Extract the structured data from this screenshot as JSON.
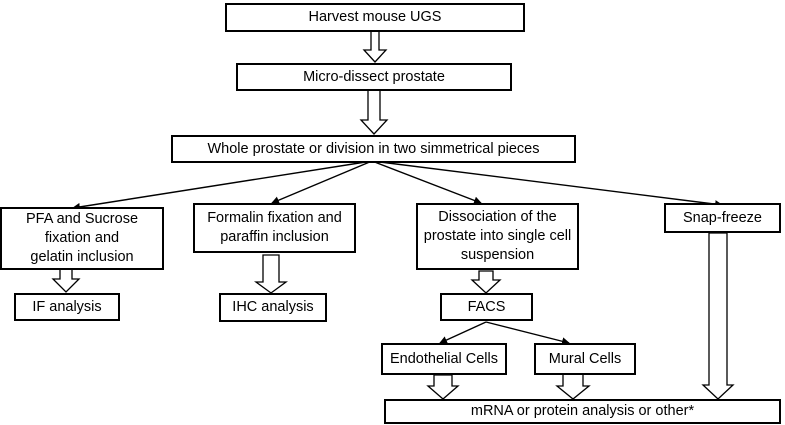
{
  "nodes": {
    "harvest": "Harvest mouse UGS",
    "microdissect": "Micro-dissect prostate",
    "whole": "Whole prostate or division in two simmetrical pieces",
    "pfa": "PFA and Sucrose\nfixation and\ngelatin inclusion",
    "formalin": "Formalin fixation and\nparaffin inclusion",
    "dissociation": "Dissociation of the\nprostate into single cell\nsuspension",
    "snap": "Snap-freeze",
    "if_analysis": "IF analysis",
    "ihc_analysis": "IHC analysis",
    "facs": "FACS",
    "endothelial": "Endothelial Cells",
    "mural": "Mural Cells",
    "mrna": "mRNA or protein analysis or other*"
  }
}
